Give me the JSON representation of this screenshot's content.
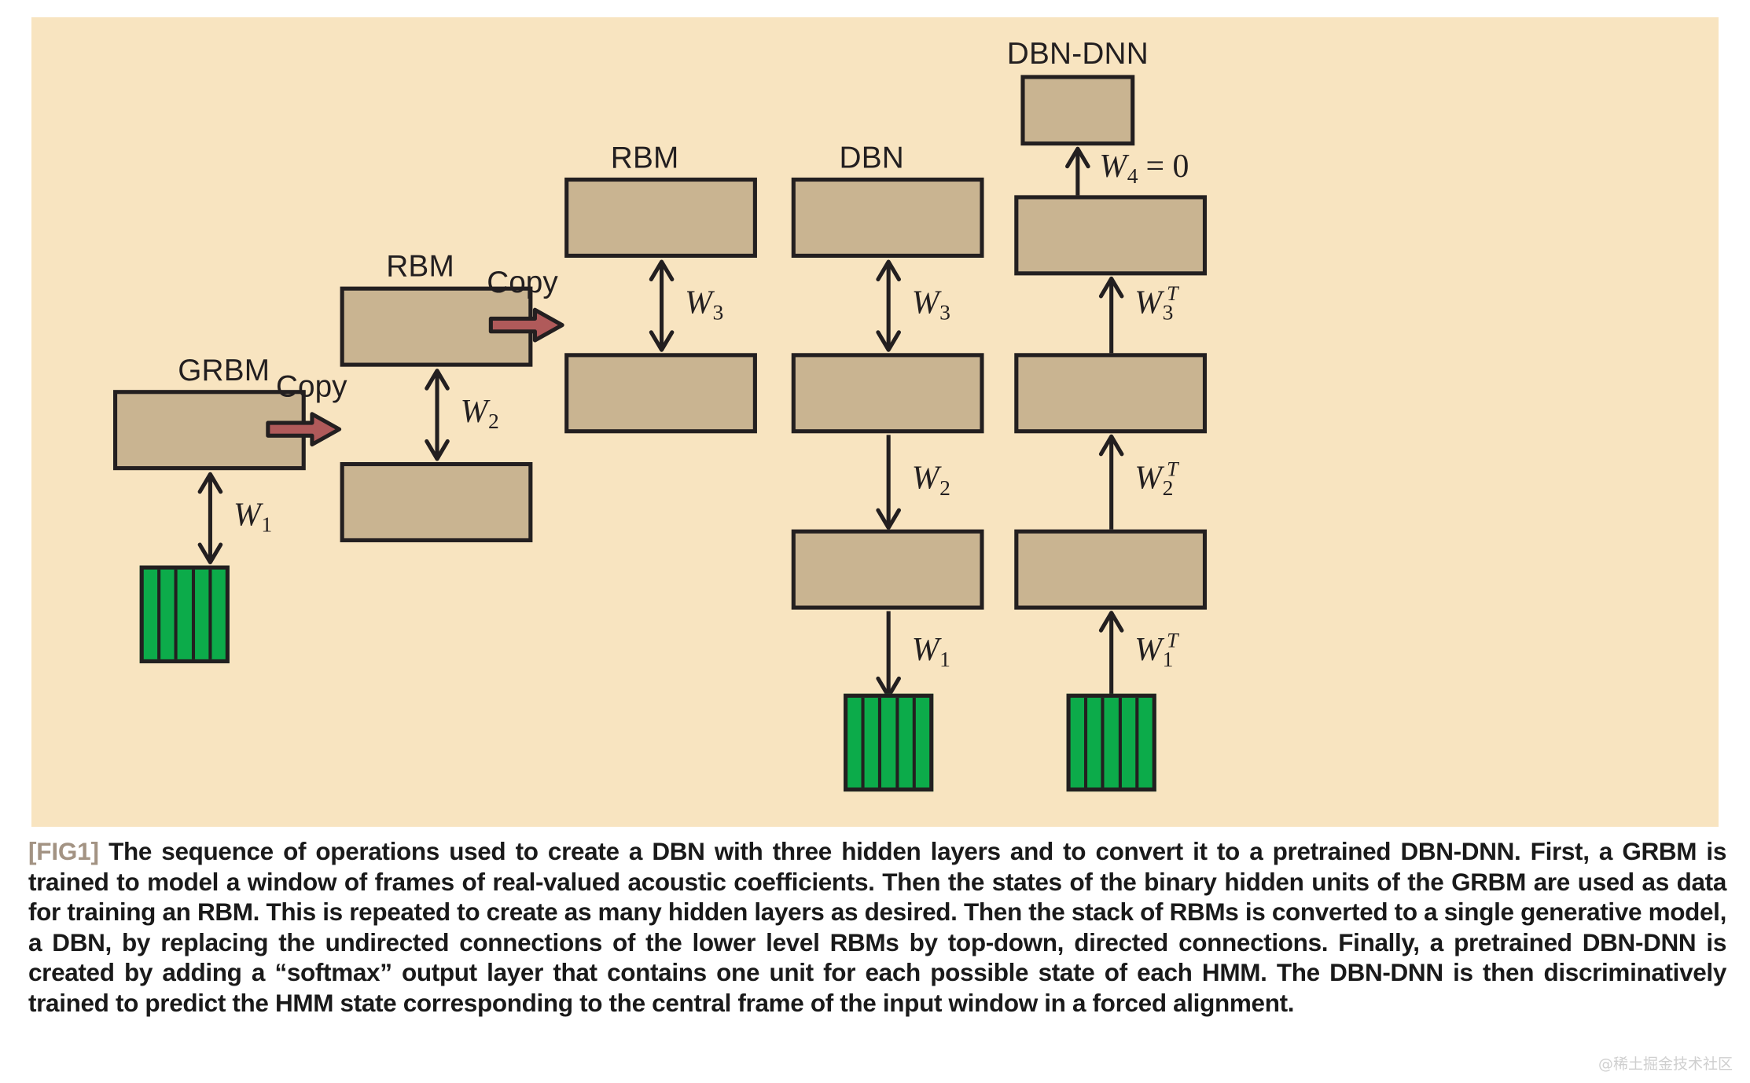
{
  "figure": {
    "background_color": "#f8e4c0",
    "box_fill_color": "#c9b491",
    "box_stroke_color": "#231f20",
    "input_layer_color": "#0cab4a",
    "copy_arrow_color": "#b05a5a",
    "fig_tag_color": "#a39383"
  },
  "stages": {
    "grbm": {
      "title": "GRBM",
      "weight": "W",
      "weight_sub": "1"
    },
    "rbm2": {
      "title": "RBM",
      "weight": "W",
      "weight_sub": "2"
    },
    "rbm3": {
      "title": "RBM",
      "weight": "W",
      "weight_sub": "3"
    },
    "dbn": {
      "title": "DBN",
      "weight3": "W",
      "weight3_sub": "3",
      "weight2": "W",
      "weight2_sub": "2",
      "weight1": "W",
      "weight1_sub": "1"
    },
    "dbn_dnn": {
      "title": "DBN-DNN",
      "w4": "W",
      "w4_sub": "4",
      "w4_eq": " = 0",
      "w3": "W",
      "w3_sub": "3",
      "w3_sup": "T",
      "w2": "W",
      "w2_sub": "2",
      "w2_sup": "T",
      "w1": "W",
      "w1_sub": "1",
      "w1_sup": "T"
    }
  },
  "copy_arrows": {
    "first_label": "Copy",
    "second_label": "Copy"
  },
  "caption": {
    "tag": "[FIG1]",
    "text": " The sequence of operations used to create a DBN with three hidden layers and to convert it to a pretrained DBN-DNN. First, a GRBM is trained to model a window of frames of real-valued acoustic coefficients. Then the states of the binary hidden units of the GRBM are used as data for training an RBM. This is repeated to create as many hidden layers as desired. Then the stack of RBMs is converted to a single generative model, a DBN, by replacing the undirected connections of the lower level RBMs by top-down, directed connections. Finally, a pretrained DBN-DNN is created by adding a “softmax” output layer that contains one unit for each possible state of each HMM. The DBN-DNN is then discriminatively trained to predict the HMM state corresponding to the central frame of the input window in a forced alignment."
  },
  "watermark": {
    "text": "@稀土掘金技术社区"
  }
}
